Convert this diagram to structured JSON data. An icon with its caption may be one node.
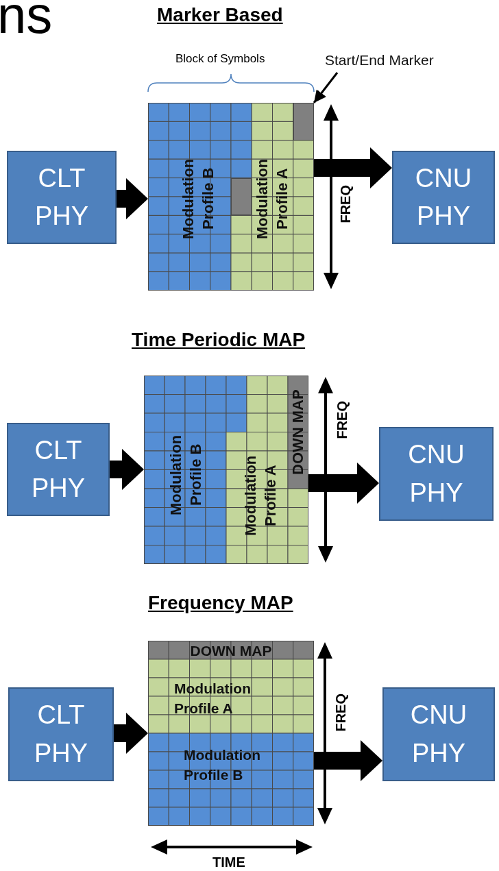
{
  "diagram": {
    "nodes": [
      {
        "text": [
          "CLT PHY"
        ]
      },
      {
        "text": [],
        "shape": "box"
      },
      {
        "text": [
          "Modulation Profile B"
        ],
        "in": 1
      },
      {
        "text": [
          "Modulation Profile A"
        ],
        "in": 1
      },
      {
        "text": [],
        "shape": "box",
        "in": 1
      },
      {
        "text": [],
        "shape": "box",
        "in": 1
      },
      {
        "text": [
          "Start/End Marker"
        ]
      },
      {
        "text": [
          "CNU PHY"
        ]
      },
      {
        "text": [
          "CLT PHY"
        ]
      },
      {
        "text": [],
        "shape": "box"
      },
      {
        "text": [
          "Modulation Profile B"
        ],
        "in": 9
      },
      {
        "text": [
          "Modulation Profile A"
        ],
        "in": 9
      },
      {
        "text": [
          "DOWN MAP"
        ],
        "in": 9
      },
      {
        "text": [
          "CNU PHY"
        ]
      },
      {
        "text": [
          "CLT PHY"
        ]
      },
      {
        "text": [],
        "shape": "box"
      },
      {
        "text": [
          "DOWN MAP"
        ],
        "in": 15
      },
      {
        "text": [
          "Modulation Profile A"
        ],
        "in": 15
      },
      {
        "text": [
          "Modulation Profile B"
        ],
        "in": 15
      },
      {
        "text": [
          "CNU PHY"
        ]
      }
    ],
    "edges": [
      {
        "from": 0,
        "to": 1,
        "arrow": "to"
      },
      {
        "from": 1,
        "to": 7,
        "arrow": "to"
      },
      {
        "from": 6,
        "to": 4,
        "arrow": "to"
      },
      {
        "from": 8,
        "to": 9,
        "arrow": "to"
      },
      {
        "from": 9,
        "to": 13,
        "arrow": "to"
      },
      {
        "from": 14,
        "to": 15,
        "arrow": "to"
      },
      {
        "from": 15,
        "to": 19,
        "arrow": "to"
      }
    ],
    "labels": [
      "ns",
      "Marker Based",
      "Block of Symbols",
      "FREQ",
      "Time Periodic MAP",
      "FREQ",
      "Frequency MAP",
      "FREQ",
      "TIME"
    ]
  }
}
